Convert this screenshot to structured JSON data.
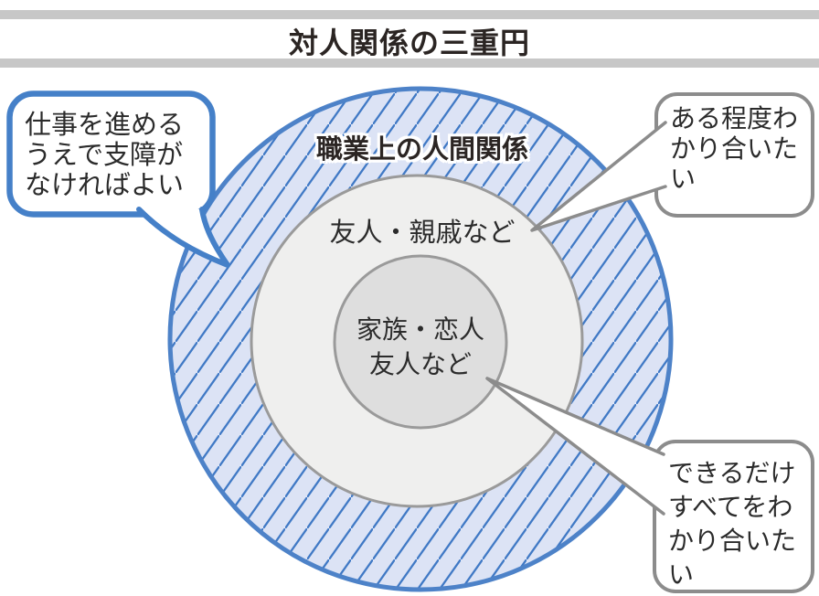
{
  "header": {
    "title": "対人関係の三重円",
    "bar_color": "#c7c7c7"
  },
  "diagram": {
    "outer_circle": {
      "label": "職業上の人間関係",
      "fill": "#dce3f5",
      "hatch_line_color": "#4079c5",
      "border_color": "#4d82c8"
    },
    "middle_circle": {
      "label": "友人・親戚など",
      "fill": "#efefee",
      "border_color": "#9a9a9a"
    },
    "inner_circle": {
      "lines": [
        "家族・恋人",
        "友人など"
      ],
      "fill": "#dedede",
      "border_color": "#9a9a9a"
    },
    "callouts": {
      "work": {
        "lines": [
          "仕事を進める",
          "うえで支障が",
          "なければよい"
        ],
        "border_color": "#4580c8"
      },
      "acquaint": {
        "lines": [
          "ある程度わ",
          "かり合いた",
          "い"
        ],
        "border_color": "#8c8c8c"
      },
      "family": {
        "lines": [
          "できるだけ",
          "すべてをわ",
          "かり合いた",
          "い"
        ],
        "border_color": "#8c8c8c"
      }
    }
  }
}
